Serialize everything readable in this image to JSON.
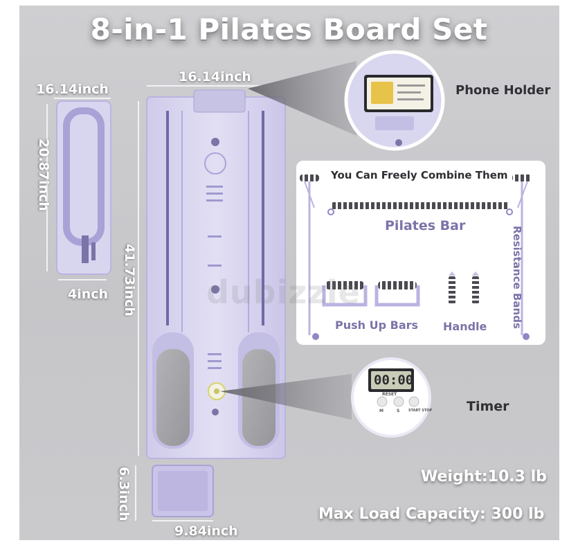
{
  "title": "8-in-1 Pilates Board Set",
  "dimensions": {
    "side_width": "16.14inch",
    "side_height": "20.87inch",
    "side_depth": "4inch",
    "board_width": "16.14inch",
    "board_length": "41.73inch",
    "pad_height": "6.3inch",
    "pad_width": "9.84inch"
  },
  "callouts": {
    "phone_holder": "Phone Holder",
    "timer": "Timer"
  },
  "accessories": {
    "heading": "You Can Freely Combine Them",
    "pilates_bar": "Pilates Bar",
    "resistance_bands": "Resistance Bands",
    "push_up_bars": "Push Up Bars",
    "handle": "Handle"
  },
  "timer_display": "00:00",
  "timer_buttons": [
    "M",
    "S",
    "START STOP"
  ],
  "timer_reset": "RESET",
  "specs": {
    "weight": "Weight:10.3 lb",
    "max_load": "Max Load Capacity: 300 lb"
  },
  "watermark": "dubizzle",
  "colors": {
    "board": "#d9d6ef",
    "board_edge": "#b9b4e0",
    "accent_purple": "#7a74a8",
    "pad_gray": "#a4a4a8",
    "band_dark": "#4a4a50"
  }
}
